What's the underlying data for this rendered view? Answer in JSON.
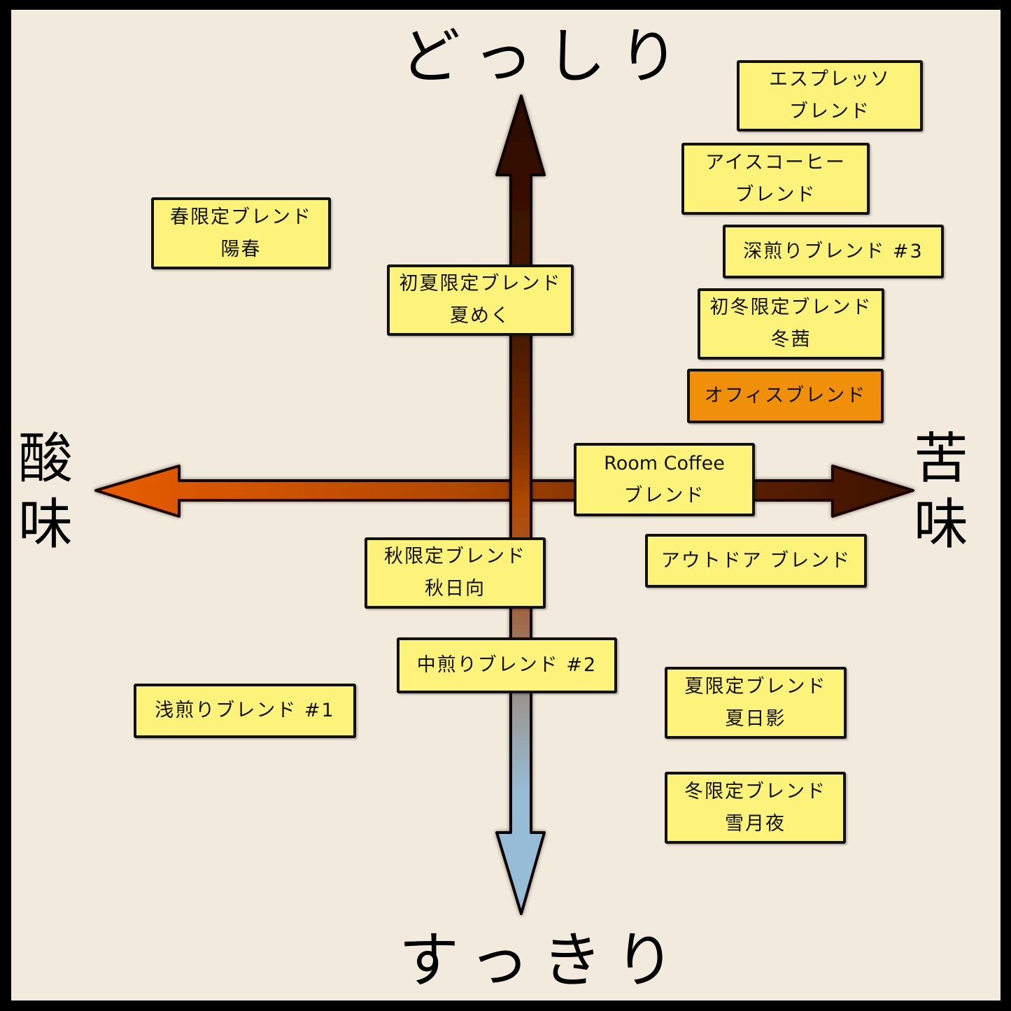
{
  "axes": {
    "top": "どっしり",
    "bottom": "すっきり",
    "left": "酸味",
    "right": "苦味"
  },
  "colors": {
    "background": "#f2eadd",
    "frame": "#000000",
    "box_fill": "#fdf27a",
    "box_highlight_fill": "#f0900a",
    "arrow_dark": "#3a1203",
    "arrow_orange": "#e05a00",
    "arrow_blue": "#97bcd6"
  },
  "blends": [
    {
      "id": "espresso",
      "line1": "エスプレッソ",
      "line2": "ブレンド",
      "highlight": false
    },
    {
      "id": "iced-coffee",
      "line1": "アイスコーヒー",
      "line2": "ブレンド",
      "highlight": false
    },
    {
      "id": "dark-roast-3",
      "line1": "深煎りブレンド #3",
      "line2": "",
      "highlight": false
    },
    {
      "id": "early-winter",
      "line1": "初冬限定ブレンド",
      "line2": "冬茜",
      "highlight": false
    },
    {
      "id": "office",
      "line1": "オフィスブレンド",
      "line2": "",
      "highlight": true
    },
    {
      "id": "spring",
      "line1": "春限定ブレンド",
      "line2": "陽春",
      "highlight": false
    },
    {
      "id": "early-summer",
      "line1": "初夏限定ブレンド",
      "line2": "夏めく",
      "highlight": false
    },
    {
      "id": "room-coffee",
      "line1": "Room Coffee",
      "line2": "ブレンド",
      "highlight": false
    },
    {
      "id": "outdoor",
      "line1": "アウトドア ブレンド",
      "line2": "",
      "highlight": false
    },
    {
      "id": "autumn",
      "line1": "秋限定ブレンド",
      "line2": "秋日向",
      "highlight": false
    },
    {
      "id": "medium-roast-2",
      "line1": "中煎りブレンド #2",
      "line2": "",
      "highlight": false
    },
    {
      "id": "light-roast-1",
      "line1": "浅煎りブレンド #1",
      "line2": "",
      "highlight": false
    },
    {
      "id": "summer",
      "line1": "夏限定ブレンド",
      "line2": "夏日影",
      "highlight": false
    },
    {
      "id": "winter",
      "line1": "冬限定ブレンド",
      "line2": "雪月夜",
      "highlight": false
    }
  ]
}
